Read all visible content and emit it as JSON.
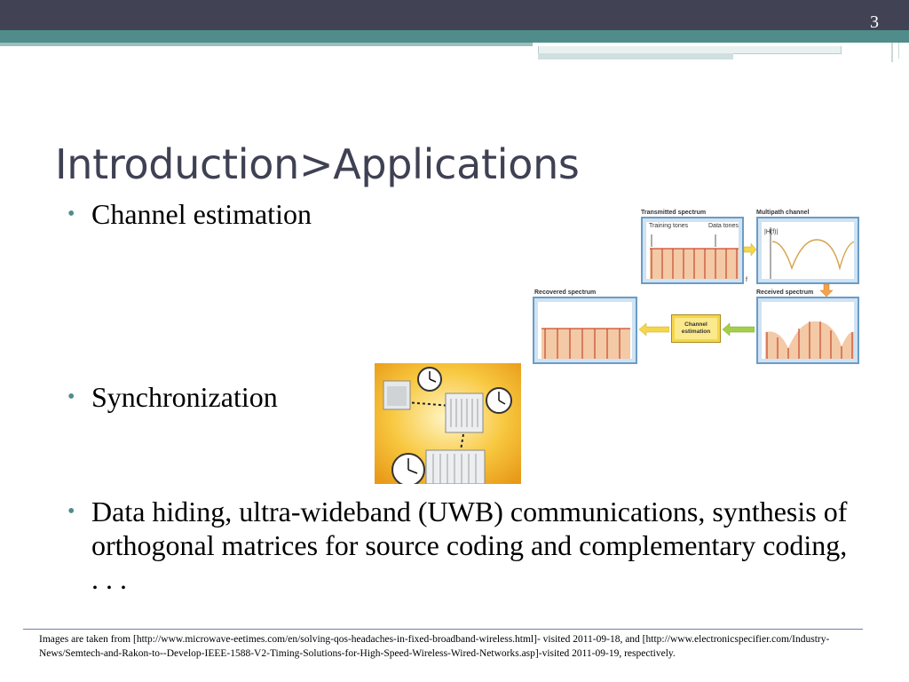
{
  "slide": {
    "number": "3",
    "title": "Introduction>Applications"
  },
  "bullets": [
    "Channel estimation",
    "Synchronization",
    "Data hiding, ultra-wideband (UWB) communications, synthesis of orthogonal matrices for source coding and complementary coding, . . ."
  ],
  "diagram": {
    "transmitted_spectrum": "Transmitted spectrum",
    "training_tones": "Training tones",
    "data_tones": "Data tones",
    "multipath_channel": "Multipath channel",
    "h_label": "|H(f)|",
    "f_label": "f",
    "recovered_spectrum": "Recovered spectrum",
    "received_spectrum": "Received spectrum",
    "channel_estimation": "Channel estimation"
  },
  "footer": "Images are taken from [http://www.microwave-eetimes.com/en/solving-qos-headaches-in-fixed-broadband-wireless.html]- visited 2011-09-18, and [http://www.electronicspecifier.com/Industry-News/Semtech-and-Rakon-to--Develop-IEEE-1588-V2-Timing-Solutions-for-High-Speed-Wireless-Wired-Networks.asp]-visited 2011-09-19, respectively.",
  "colors": {
    "header_dark": "#414355",
    "header_teal": "#4f8c8a",
    "title": "#3f4153",
    "bullet": "#4f8c8a"
  }
}
